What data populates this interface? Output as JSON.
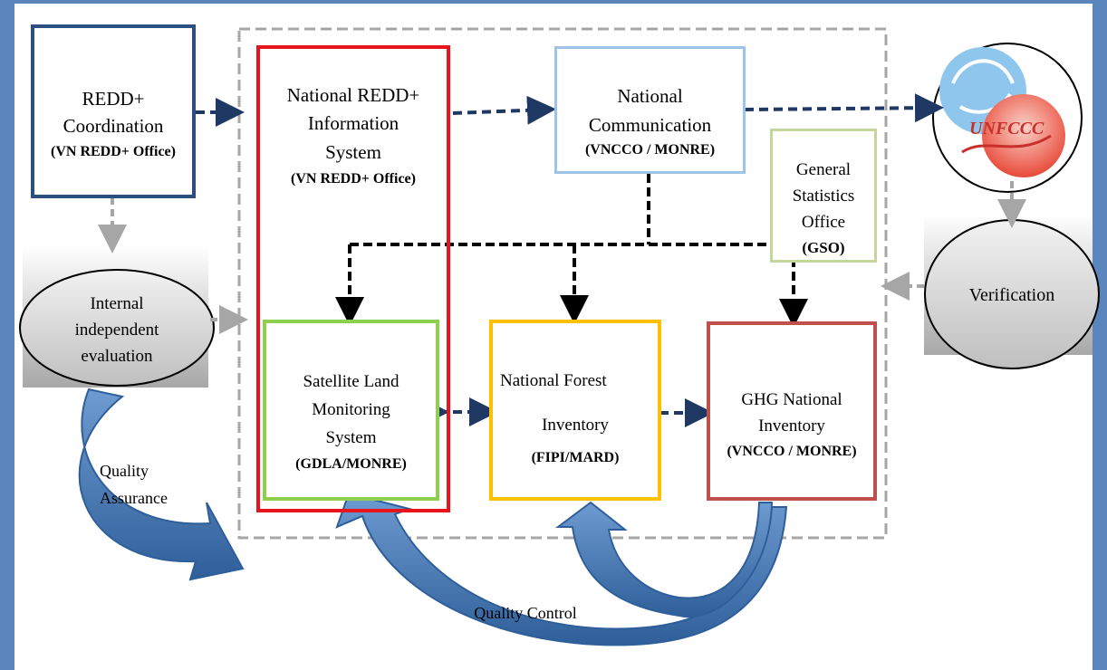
{
  "redd_coordination": {
    "title_line1": "REDD+",
    "title_line2": "Coordination",
    "org": "(VN REDD+ Office)"
  },
  "national_redd_info_system": {
    "line1": "National REDD+",
    "line2": "Information",
    "line3": "System",
    "org": "(VN REDD+ Office)"
  },
  "national_communication": {
    "line1": "National",
    "line2": "Communication",
    "org": "(VNCCO / MONRE)"
  },
  "unfccc_logo": {
    "text": "UNFCCC"
  },
  "general_statistics_office": {
    "line1": "General",
    "line2": "Statistics",
    "line3": "Office",
    "org": "(GSO)"
  },
  "internal_evaluation": {
    "line1": "Internal",
    "line2": "independent",
    "line3": "evaluation"
  },
  "verification": {
    "label": "Verification"
  },
  "satellite_land_monitoring": {
    "line1": "Satellite Land",
    "line2": "Monitoring",
    "line3": "System",
    "org": "(GDLA/MONRE)"
  },
  "national_forest_inventory": {
    "line1": "National Forest",
    "line2": "Inventory",
    "org": "(FIPI/MARD)"
  },
  "ghg_national_inventory": {
    "line1": "GHG National",
    "line2": "Inventory",
    "org": "(VNCCO / MONRE)"
  },
  "quality_assurance": {
    "line1": "Quality",
    "line2": "Assurance"
  },
  "quality_control": {
    "label": "Quality Control"
  },
  "colors": {
    "frame": "#5b86bd",
    "redd_coordination_border": "#2b4f7e",
    "info_system_border": "#e8141b",
    "communication_border": "#9dc3e6",
    "gso_border": "#c3d69b",
    "satellite_border": "#8fcf4f",
    "forest_inventory_border": "#ffc000",
    "ghg_border": "#c0504d",
    "dashed_arrow_navy": "#1f3864",
    "dashed_arrow_gray": "#a6a6a6",
    "curved_arrow_fill": "#4f81bd"
  }
}
